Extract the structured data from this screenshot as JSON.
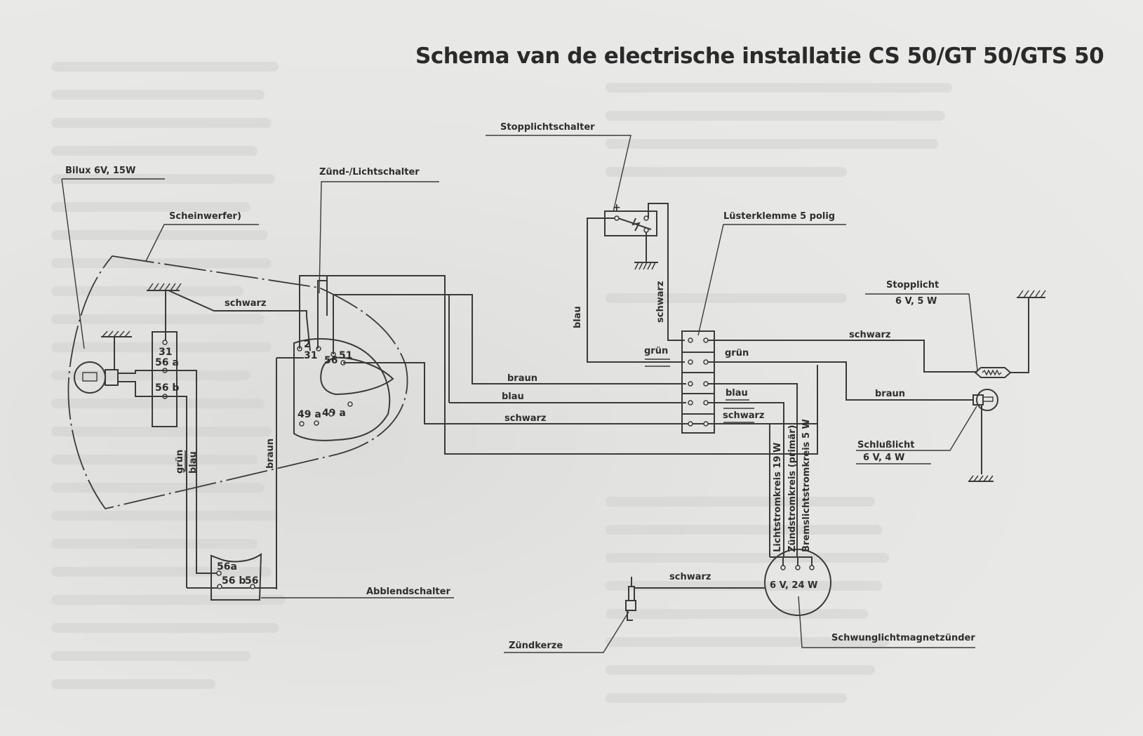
{
  "title": "Schema van de electrische installatie CS 50/GT 50/GTS 50",
  "components": {
    "bilux": "Bilux 6V, 15W",
    "headlight": "Scheinwerfer)",
    "ignition_switch": "Zünd-/Lichtschalter",
    "brake_switch": "Stopplichtschalter",
    "terminal_block": "Lüsterklemme 5 polig",
    "stoplight_name": "Stopplicht",
    "stoplight_rating": "6 V, 5 W",
    "taillight_name": "Schlußlicht",
    "taillight_rating": "6 V, 4 W",
    "dimmer_switch": "Abblendschalter",
    "spark_plug": "Zündkerze",
    "magneto": "Schwunglichtmagnetzünder",
    "magneto_rating": "6 V, 24 W"
  },
  "headlight_terminals": [
    "31",
    "56 a",
    "56 b"
  ],
  "ignition_terminals": [
    "2",
    "31",
    "56",
    "51",
    "49 a",
    "49 a"
  ],
  "dimmer_terminals": [
    "56a",
    "56 b",
    "56"
  ],
  "brake_switch_plus": "+",
  "wires": {
    "w1": "schwarz",
    "w2": "braun",
    "w3": "blau",
    "w4": "schwarz",
    "w5": "grün",
    "w6": "blau",
    "w7": "braun",
    "w8": "blau",
    "w9": "schwarz",
    "w10": "grün",
    "w11": "grün",
    "w12": "blau",
    "w13": "schwarz",
    "w14": "schwarz",
    "w15": "braun",
    "w16": "schwarz"
  },
  "circuits": {
    "c1": "Lichtstromkreis 19 W",
    "c2": "Zündstromkreis (primär)",
    "c3": "Bremslichtstromkreis 5 W"
  }
}
